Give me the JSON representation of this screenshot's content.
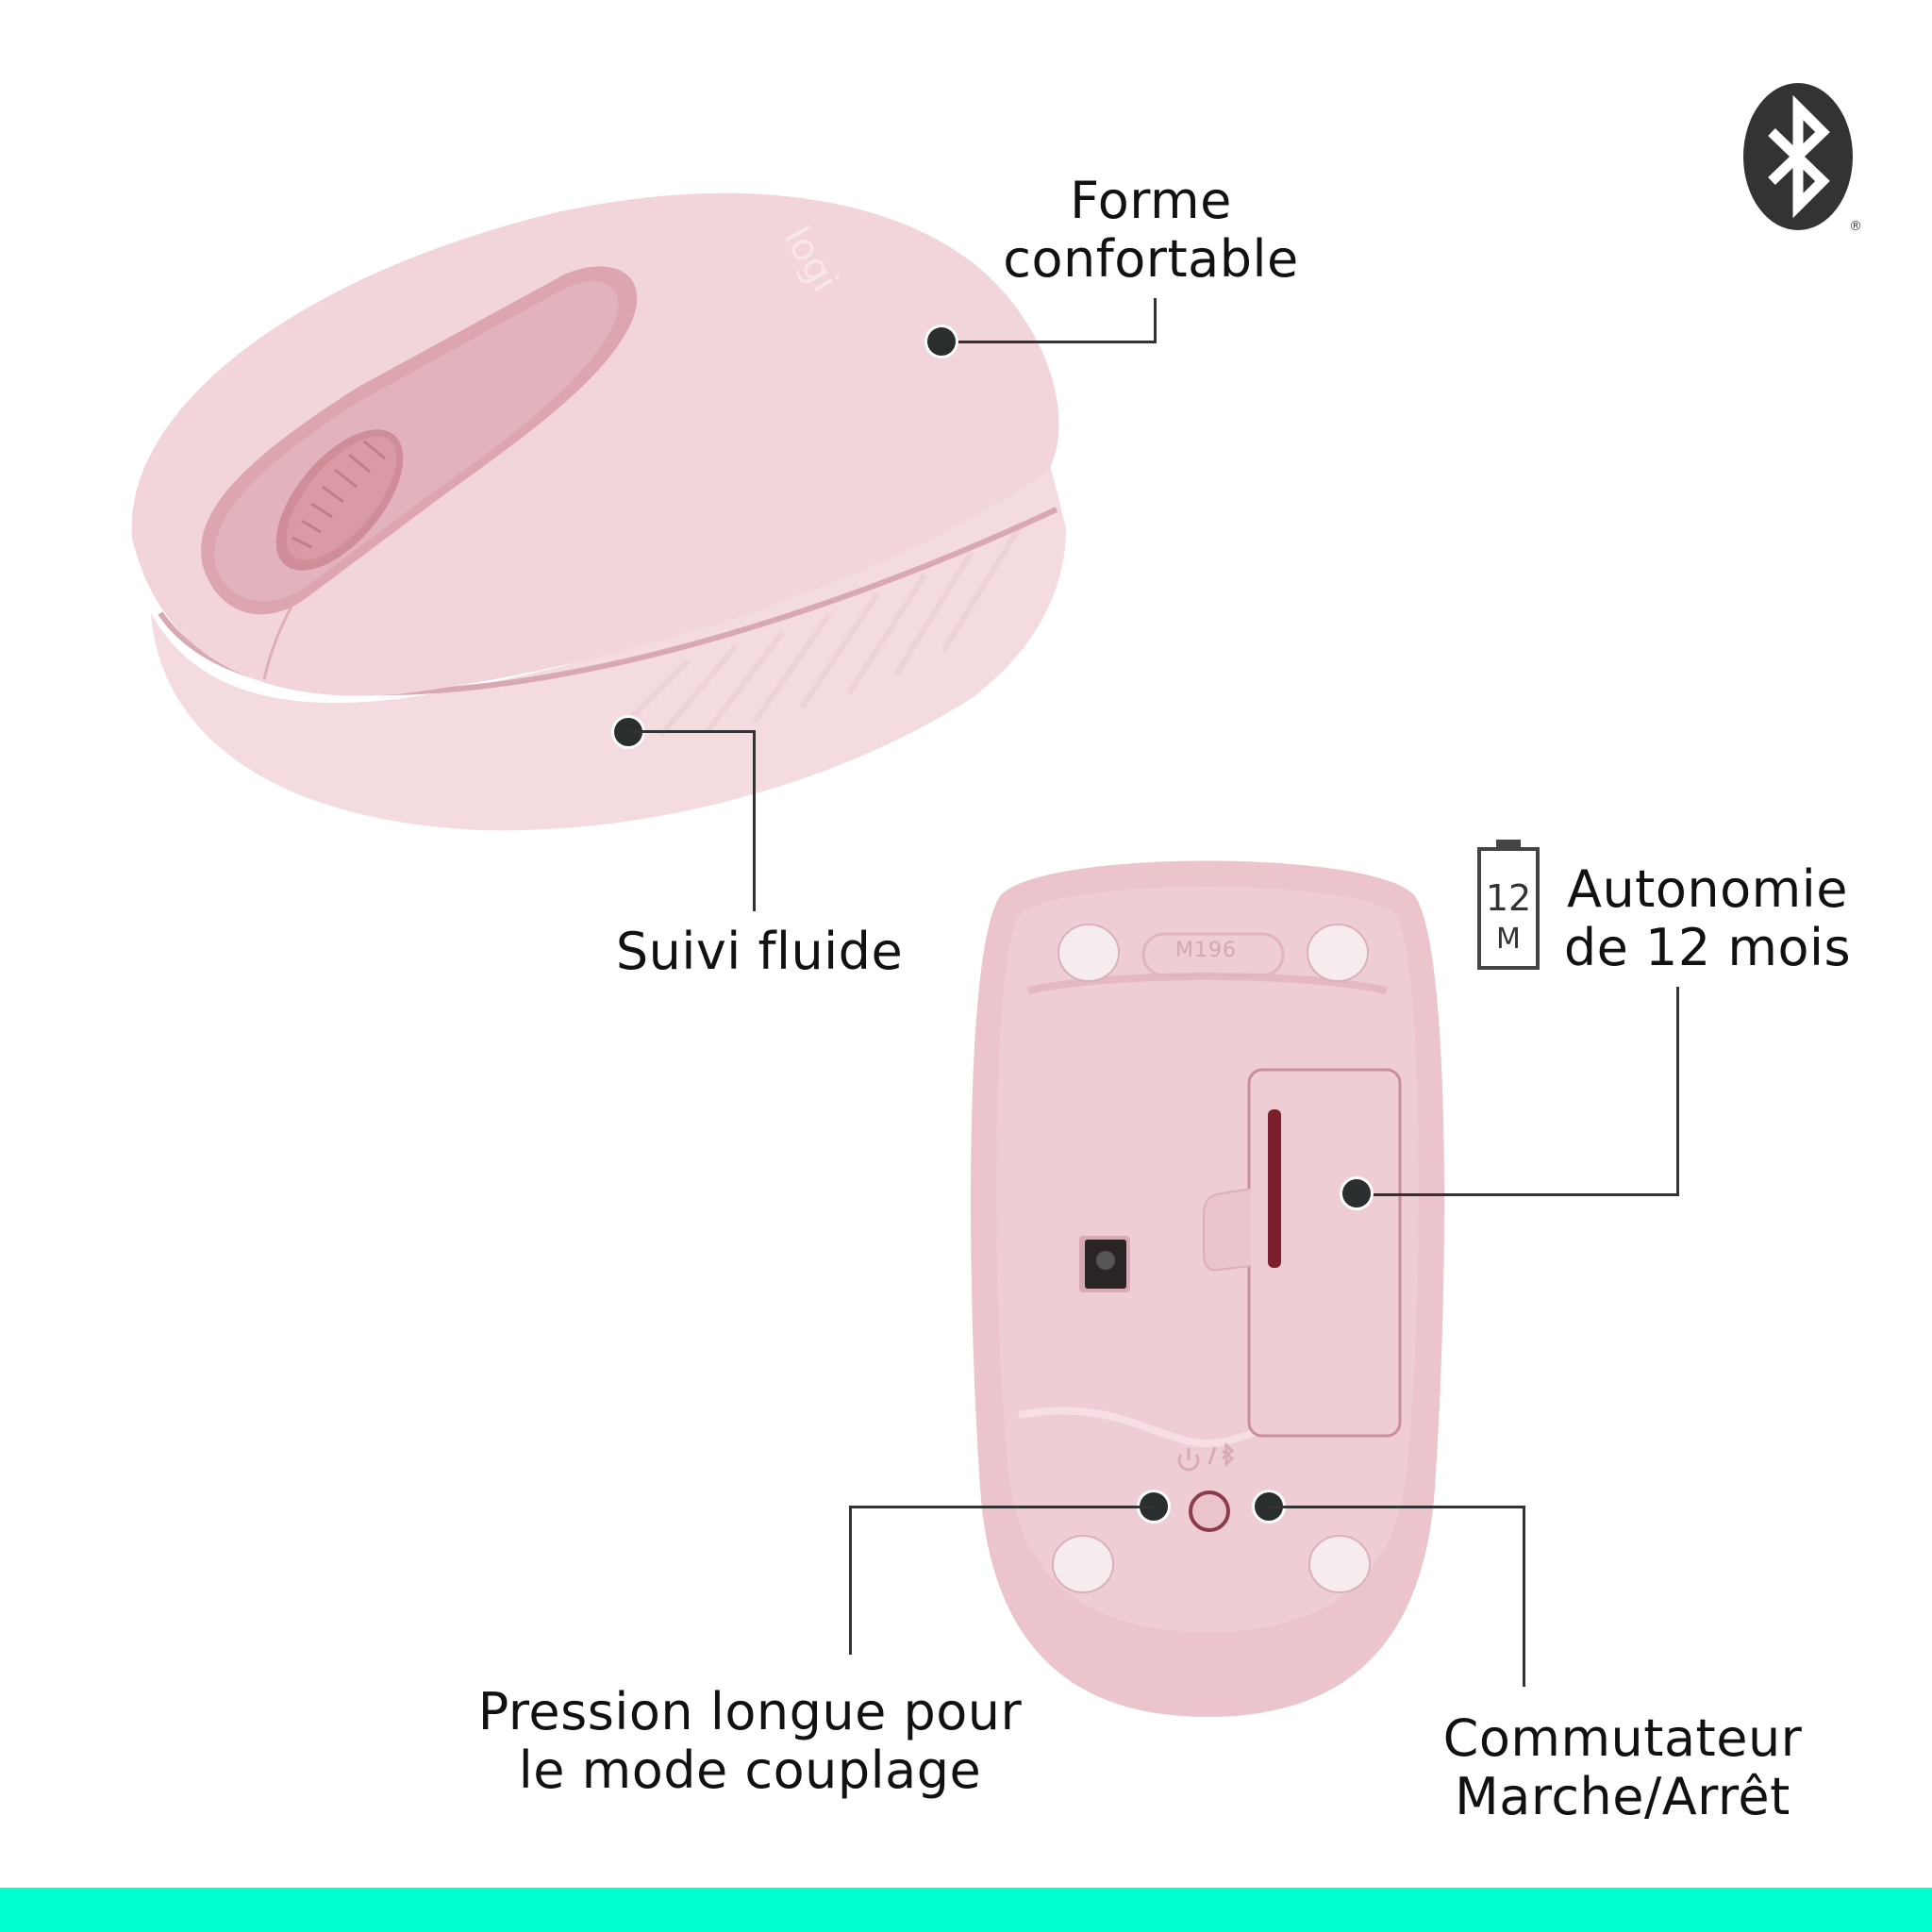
{
  "product": {
    "model_label": "M196",
    "logo_text": "logi",
    "button_icons": {
      "power": "power-icon",
      "bluetooth": "bluetooth-icon",
      "separator": "/"
    }
  },
  "badges": {
    "bluetooth": {
      "icon": "bluetooth-icon",
      "registered": "®"
    },
    "battery": {
      "icon": "battery-icon",
      "number": "12",
      "unit": "M"
    }
  },
  "callouts": {
    "comfortable_shape": {
      "line1": "Forme",
      "line2": "confortable"
    },
    "smooth_tracking": {
      "line1": "Suivi fluide"
    },
    "battery_life": {
      "line1": "Autonomie",
      "line2": "de 12 mois"
    },
    "pairing": {
      "line1": "Pression longue pour",
      "line2": "le mode couplage"
    },
    "power_switch": {
      "line1": "Commutateur",
      "line2": "Marche/Arrêt"
    }
  },
  "colors": {
    "background": "#ffffff",
    "mouse_body": "#f2d6dc",
    "mouse_shade": "#e8c4cc",
    "accent_pink": "#d99aa6",
    "callout_dot": "#2b2e2e",
    "bottom_bar": "#00ffd0",
    "text": "#111111"
  }
}
